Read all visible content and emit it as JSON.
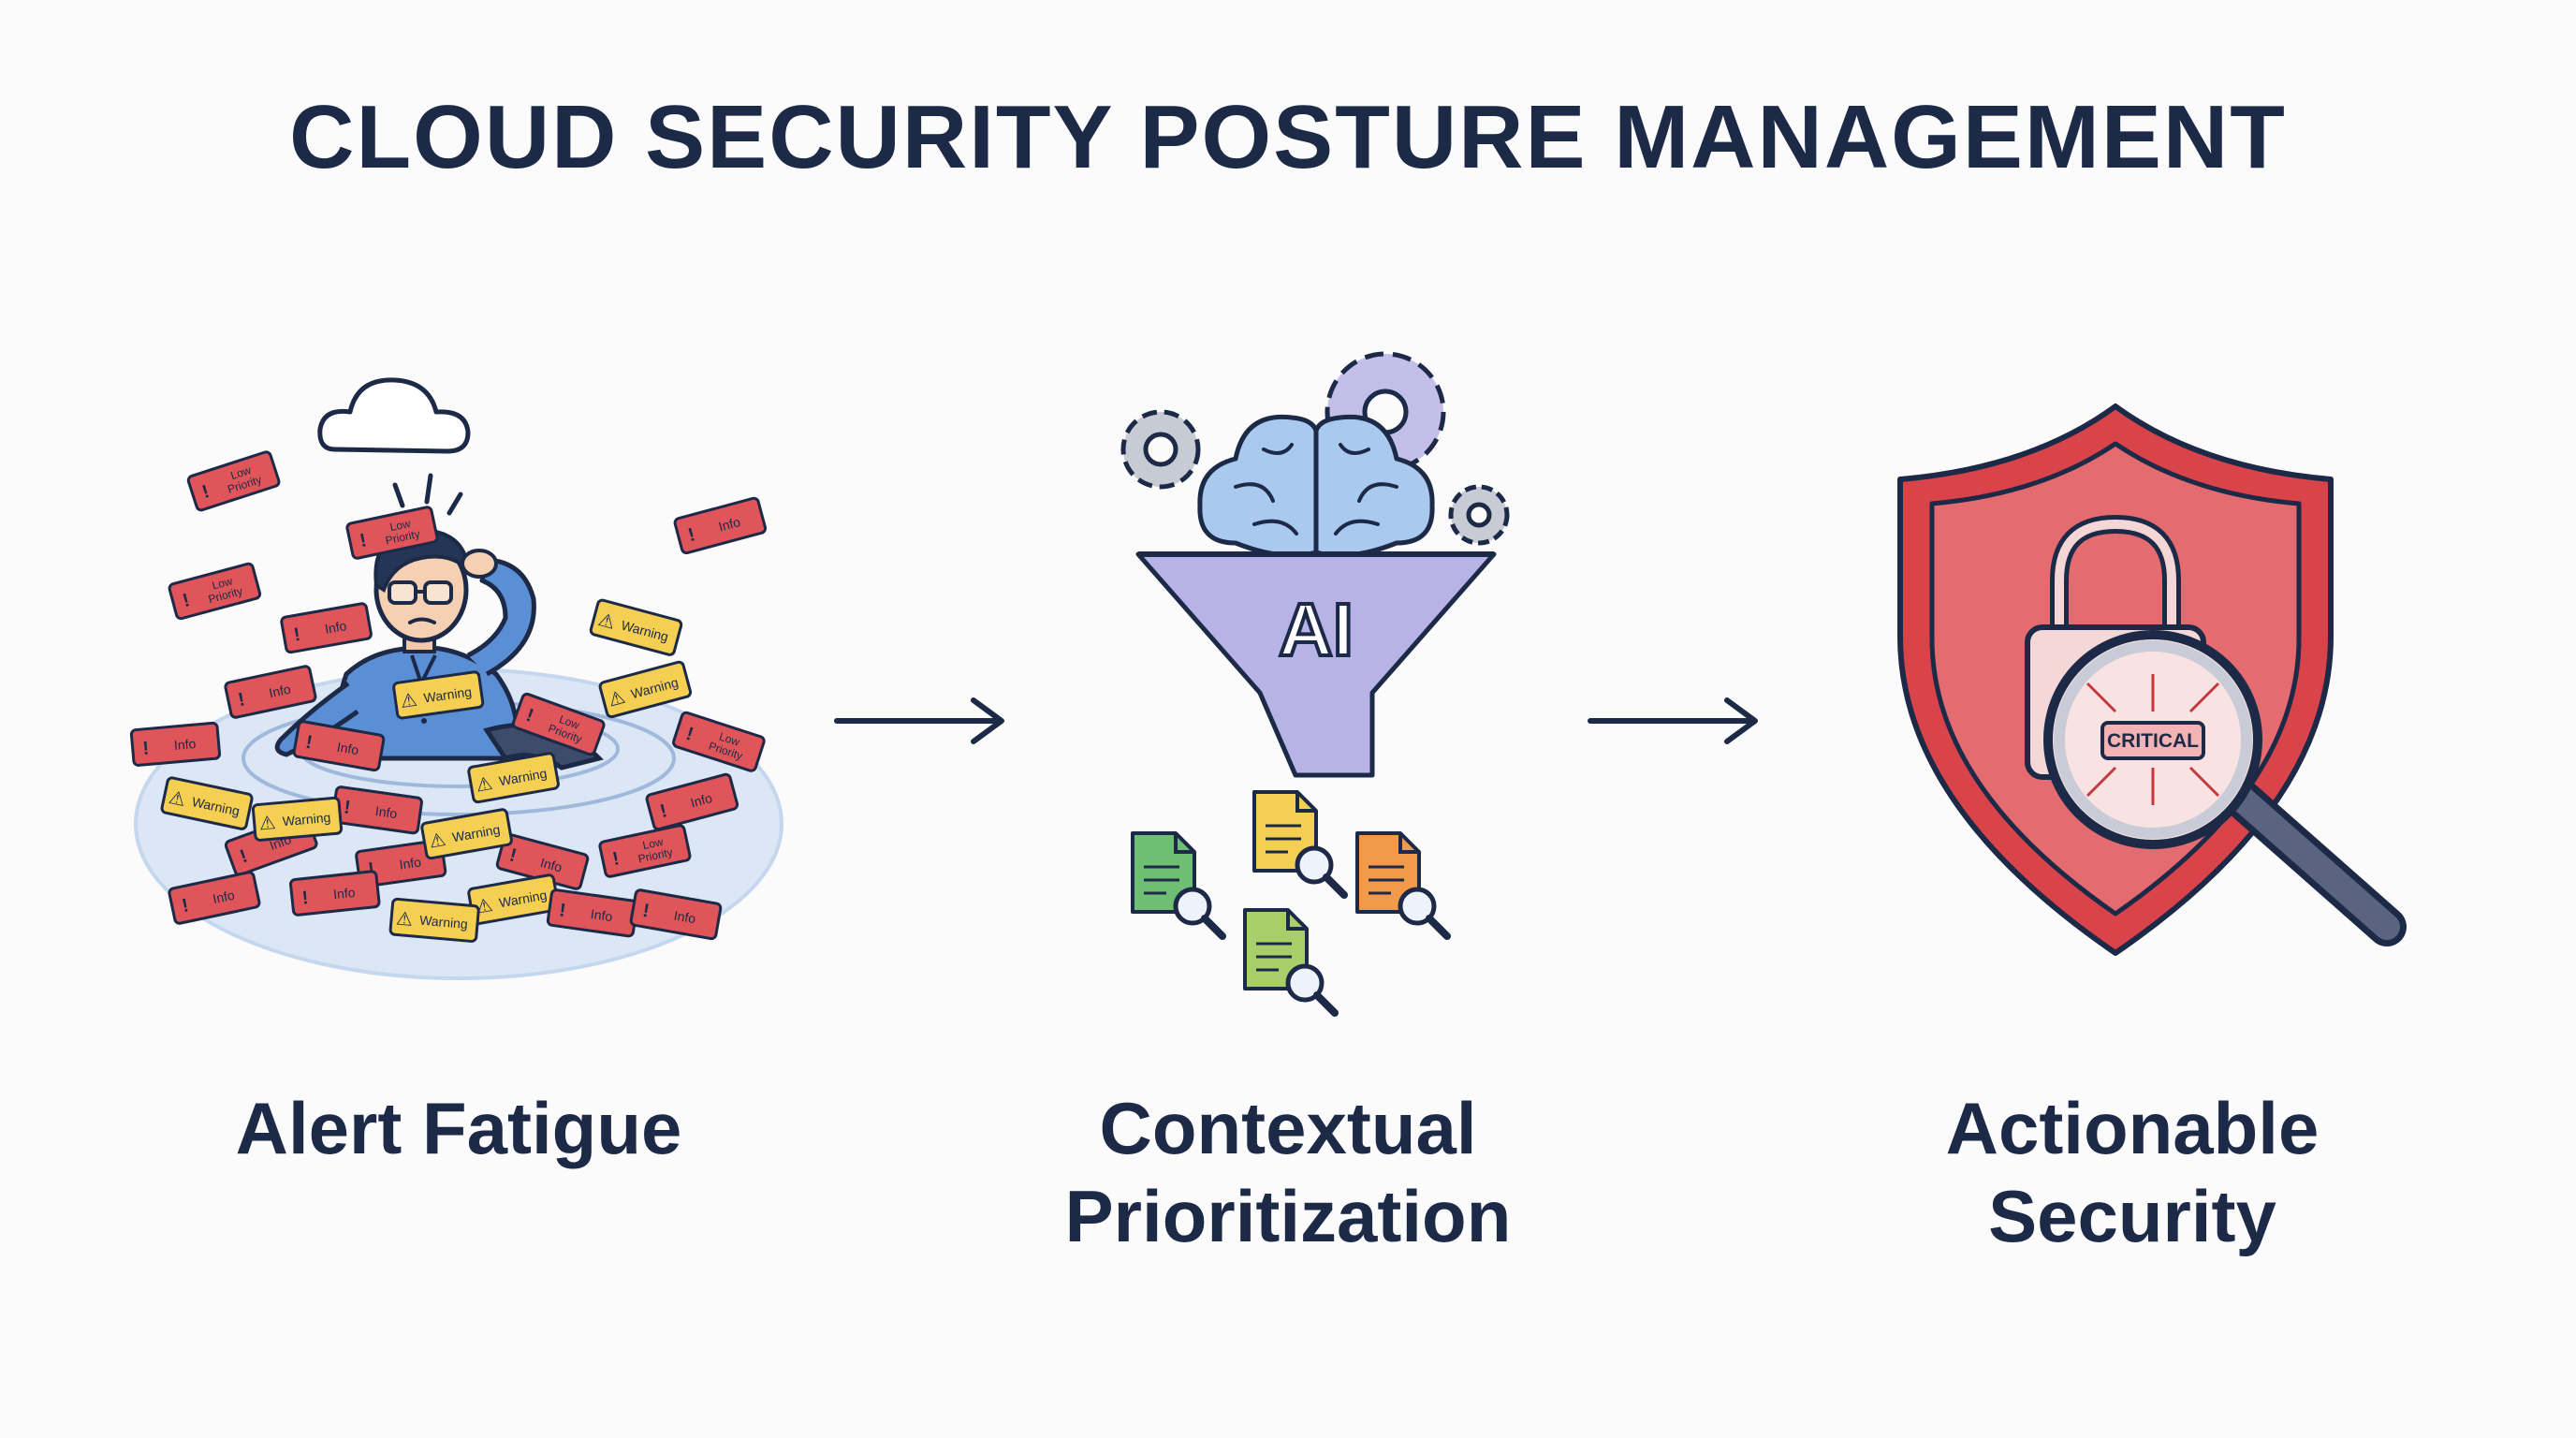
{
  "title": "CLOUD SECURITY POSTURE MANAGEMENT",
  "stages": [
    {
      "caption_lines": [
        "Alert Fatigue"
      ]
    },
    {
      "caption_lines": [
        "Contextual",
        "Prioritization"
      ],
      "funnel_label": "AI"
    },
    {
      "caption_lines": [
        "Actionable",
        "Security"
      ],
      "badge_label": "CRITICAL"
    }
  ],
  "alert_tags": [
    {
      "kind": "low",
      "label_lines": [
        "Low",
        "Priority"
      ]
    },
    {
      "kind": "low",
      "label_lines": [
        "Low",
        "Priority"
      ]
    },
    {
      "kind": "low",
      "label_lines": [
        "Low",
        "Priority"
      ]
    },
    {
      "kind": "info",
      "label": "Info"
    },
    {
      "kind": "warn",
      "label": "Warning"
    },
    {
      "kind": "info",
      "label": "Info"
    },
    {
      "kind": "low",
      "label_lines": [
        "Low",
        "Priority"
      ]
    },
    {
      "kind": "warn",
      "label": "Warning"
    },
    {
      "kind": "info",
      "label": "Info"
    },
    {
      "kind": "warn",
      "label": "Warning"
    },
    {
      "kind": "info",
      "label": "Info"
    },
    {
      "kind": "low",
      "label_lines": [
        "Low",
        "Priority"
      ]
    },
    {
      "kind": "info",
      "label": "Info"
    },
    {
      "kind": "warn",
      "label": "Warning"
    },
    {
      "kind": "info",
      "label": "Info"
    },
    {
      "kind": "warn",
      "label": "Warning"
    },
    {
      "kind": "info",
      "label": "Info"
    },
    {
      "kind": "low",
      "label_lines": [
        "Low",
        "Priority"
      ]
    },
    {
      "kind": "info",
      "label": "Info"
    },
    {
      "kind": "warn",
      "label": "Warning"
    },
    {
      "kind": "info",
      "label": "Info"
    },
    {
      "kind": "info",
      "label": "Info"
    },
    {
      "kind": "warn",
      "label": "Warning"
    },
    {
      "kind": "info",
      "label": "Info"
    },
    {
      "kind": "warn",
      "label": "Warning"
    },
    {
      "kind": "info",
      "label": "Info"
    },
    {
      "kind": "info",
      "label": "Info"
    },
    {
      "kind": "warn",
      "label": "Warning"
    },
    {
      "kind": "info",
      "label": "Info"
    }
  ],
  "colors": {
    "navy": "#1c2947",
    "alert_red": "#e0555a",
    "alert_yellow": "#f4cf52",
    "shirt_blue": "#5a8fd6",
    "brain_blue": "#a9c9ef",
    "funnel_purple": "#b7b3e6",
    "shield_red": "#d9434a"
  }
}
